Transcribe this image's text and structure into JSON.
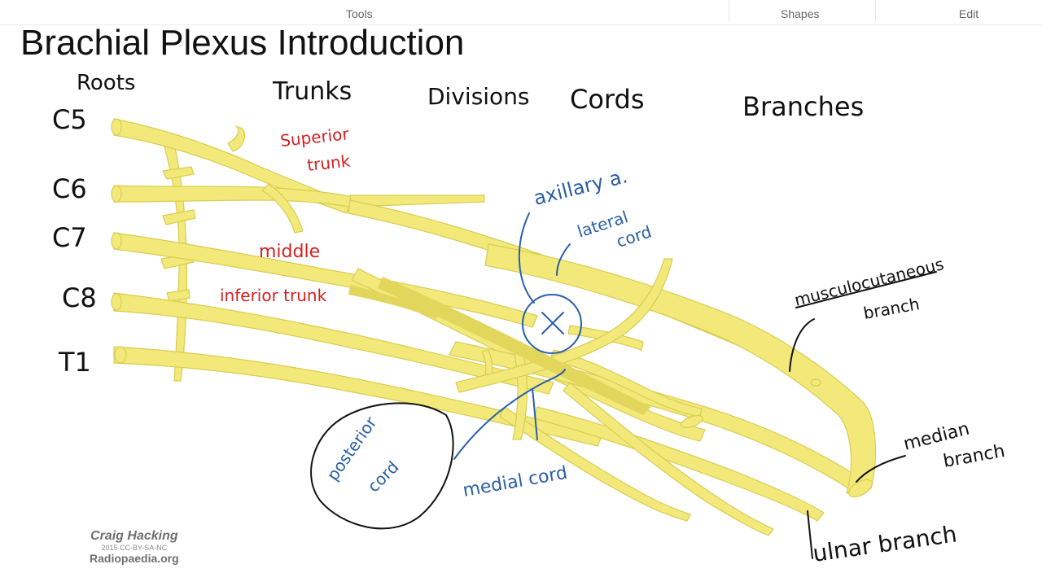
{
  "toolbar": {
    "tools_label": "Tools",
    "shapes_label": "Shapes",
    "edit_label": "Edit"
  },
  "page": {
    "title": "Brachial Plexus Introduction"
  },
  "headers": {
    "roots": "Roots",
    "trunks": "Trunks",
    "divisions": "Divisions",
    "cords": "Cords",
    "branches": "Branches"
  },
  "roots": [
    "C5",
    "C6",
    "C7",
    "C8",
    "T1"
  ],
  "annotations": {
    "superior_trunk": [
      "Superior",
      "trunk"
    ],
    "middle": "middle",
    "inferior_trunk": "inferior trunk",
    "axillary": "axillary a.",
    "lateral_cord": [
      "lateral",
      "cord"
    ],
    "posterior_cord": [
      "posterior",
      "cord"
    ],
    "medial_cord": "medial cord",
    "musculocutaneous": [
      "musculocutaneous",
      "branch"
    ],
    "median": [
      "median",
      "branch"
    ],
    "ulnar": "ulnar branch"
  },
  "credit": {
    "author": "Craig Hacking",
    "license": "2015 CC-BY-SA-NC",
    "site": "Radiopaedia.org"
  },
  "colors": {
    "nerve_fill": "#f2e97a",
    "nerve_stroke": "#d8cd52",
    "nerve_shadow": "#e3d65c",
    "ink_black": "#111111",
    "ink_red": "#d42020",
    "ink_blue": "#2a5ea8"
  }
}
